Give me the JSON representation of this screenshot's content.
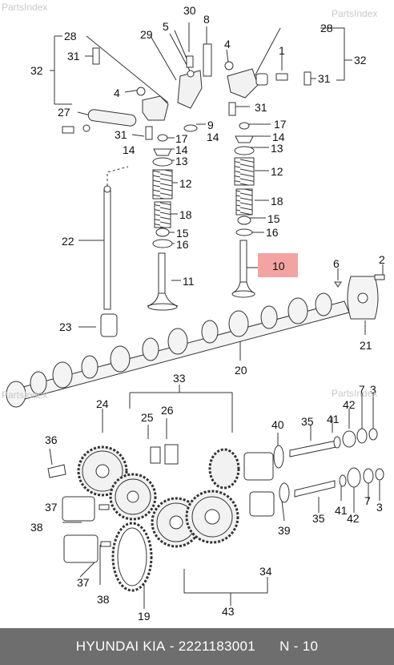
{
  "watermark": "PartsIndex",
  "footer": {
    "brand": "HYUNDAI  KIA",
    "part_number": "2221183001",
    "callout_ref": "N - 10"
  },
  "highlight": {
    "label": "10",
    "color": "#f4a3a3"
  },
  "callouts": [
    "30",
    "8",
    "29",
    "5",
    "28",
    "4",
    "28",
    "1",
    "32",
    "31",
    "32",
    "31",
    "4",
    "31",
    "27",
    "31",
    "9",
    "17",
    "17",
    "14",
    "14",
    "14",
    "14",
    "13",
    "13",
    "12",
    "12",
    "18",
    "18",
    "15",
    "15",
    "16",
    "16",
    "22",
    "11",
    "10",
    "6",
    "2",
    "23",
    "21",
    "20",
    "33",
    "24",
    "25",
    "26",
    "40",
    "35",
    "41",
    "42",
    "7",
    "3",
    "36",
    "37",
    "38",
    "39",
    "35",
    "41",
    "42",
    "7",
    "3",
    "34",
    "37",
    "38",
    "19",
    "43"
  ],
  "icons": {
    "pushrod": "pushrod-icon",
    "valve": "valve-icon",
    "camshaft": "camshaft-icon",
    "gear": "gear-icon",
    "spring": "valve-spring-icon"
  }
}
